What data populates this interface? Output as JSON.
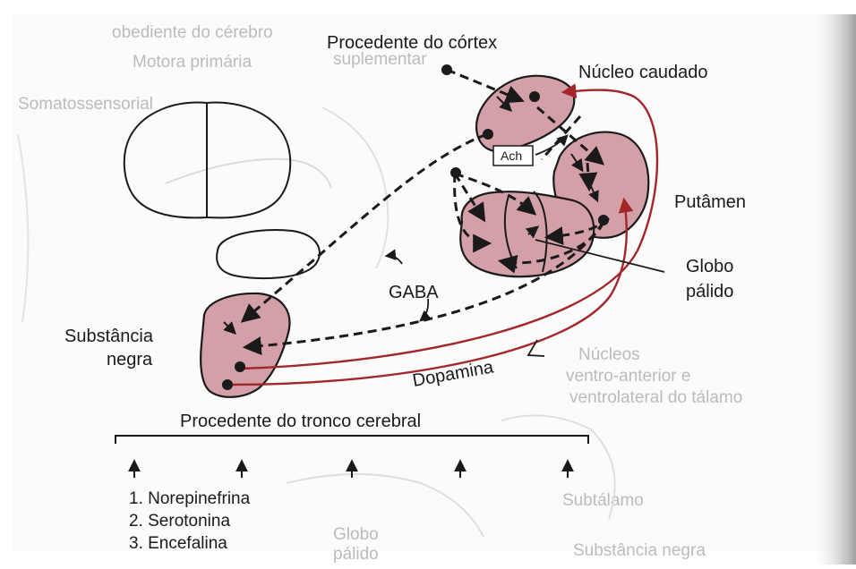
{
  "labels": {
    "cortex": "Procedente do córtex",
    "caudate": "Núcleo caudado",
    "putamen": "Putâmen",
    "globus_line1": "Globo",
    "globus_line2": "pálido",
    "gaba": "GABA",
    "substantia_line1": "Substância",
    "substantia_line2": "negra",
    "dopamine": "Dopamina",
    "ach": "Ach",
    "brainstem": "Procedente do tronco cerebral"
  },
  "neurotransmitters": [
    "1. Norepinefrina",
    "2. Serotonina",
    "3. Encefalina"
  ],
  "colors": {
    "nucleus_fill": "#d4a0a7",
    "dopamine_pathway": "#a3262a",
    "ink": "#1a1a1a",
    "background": "#ffffff",
    "page_edge_shadow": "#a9aaa8"
  },
  "background_text": [
    "obediente do cérebro",
    "Motora primária",
    "suplementar",
    "Somatossensorial",
    "Núcleos",
    "ventro-anterior e",
    "ventrolateral do tálamo",
    "Subtálamo",
    "Substância negra",
    "Globo",
    "pálido"
  ]
}
